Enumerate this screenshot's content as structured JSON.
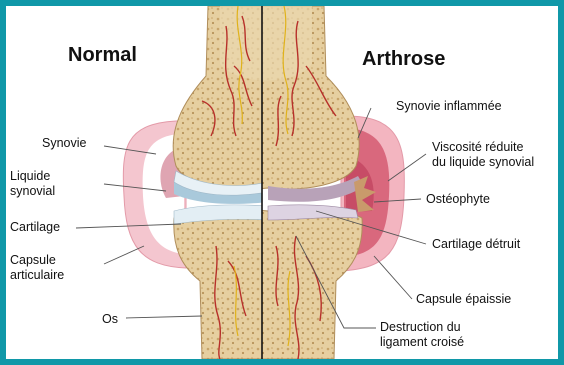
{
  "titles": {
    "normal": "Normal",
    "arthrose": "Arthrose"
  },
  "labels_left": {
    "synovie": "Synovie",
    "liquide_synovial": "Liquide\nsynovial",
    "cartilage": "Cartilage",
    "capsule_articulaire": "Capsule\narticulaire",
    "os": "Os"
  },
  "labels_right": {
    "synovie_inflammee": "Synovie inflammée",
    "viscosite": "Viscosité réduite\ndu liquide synovial",
    "osteophyte": "Ostéophyte",
    "cartilage_detruit": "Cartilage détruit",
    "capsule_epaissie": "Capsule épaissie",
    "destruction_ligament": "Destruction du\nligament croisé"
  },
  "colors": {
    "frame": "#1098a8",
    "bone": "#e6cfa0",
    "bone_spots": "#c8a46a",
    "capsule": "#f2a9b6",
    "capsule_inflamed": "#d9687d",
    "synovial_fluid": "#c7dbe6",
    "cartilage": "#d7e7f0",
    "vessels": "#b7302a",
    "nerves": "#e0b21a"
  }
}
